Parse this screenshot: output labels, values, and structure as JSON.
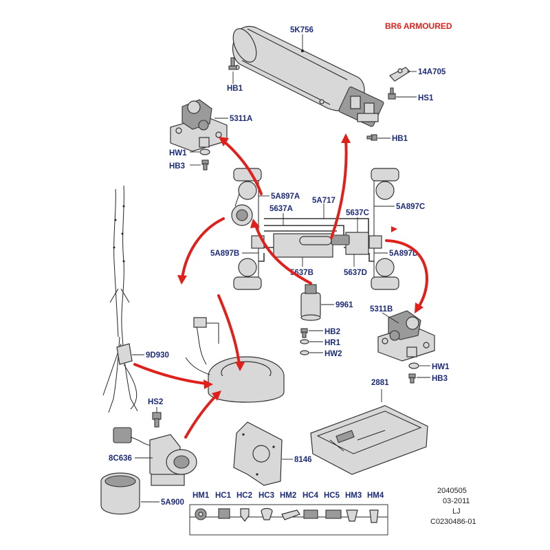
{
  "header": {
    "title": "BR6 ARMOURED"
  },
  "labels": {
    "5K756": "5K756",
    "14A705": "14A705",
    "HB1_top": "HB1",
    "HS1": "HS1",
    "HB1_right": "HB1",
    "5311A": "5311A",
    "HW1_left": "HW1",
    "HB3_left": "HB3",
    "5A897A": "5A897A",
    "5A717": "5A717",
    "5637A": "5637A",
    "5637C": "5637C",
    "5A897C": "5A897C",
    "5A897B": "5A897B",
    "5637B": "5637B",
    "5637D": "5637D",
    "5A897D": "5A897D",
    "9961": "9961",
    "5311B": "5311B",
    "HB2": "HB2",
    "HR1": "HR1",
    "HW2": "HW2",
    "9D930": "9D930",
    "HW1_right": "HW1",
    "HB3_right": "HB3",
    "HS2": "HS2",
    "2881": "2881",
    "8C636": "8C636",
    "8146": "8146",
    "5A900": "5A900"
  },
  "fastener_table": [
    "HM1",
    "HC1",
    "HC2",
    "HC3",
    "HM2",
    "HC4",
    "HC5",
    "HM3",
    "HM4"
  ],
  "footer": {
    "code1": "2040505",
    "date": "03-2011",
    "initials": "LJ",
    "ref": "C0230486-01"
  },
  "colors": {
    "label": "#1c2a7a",
    "accent": "#e0201b"
  }
}
